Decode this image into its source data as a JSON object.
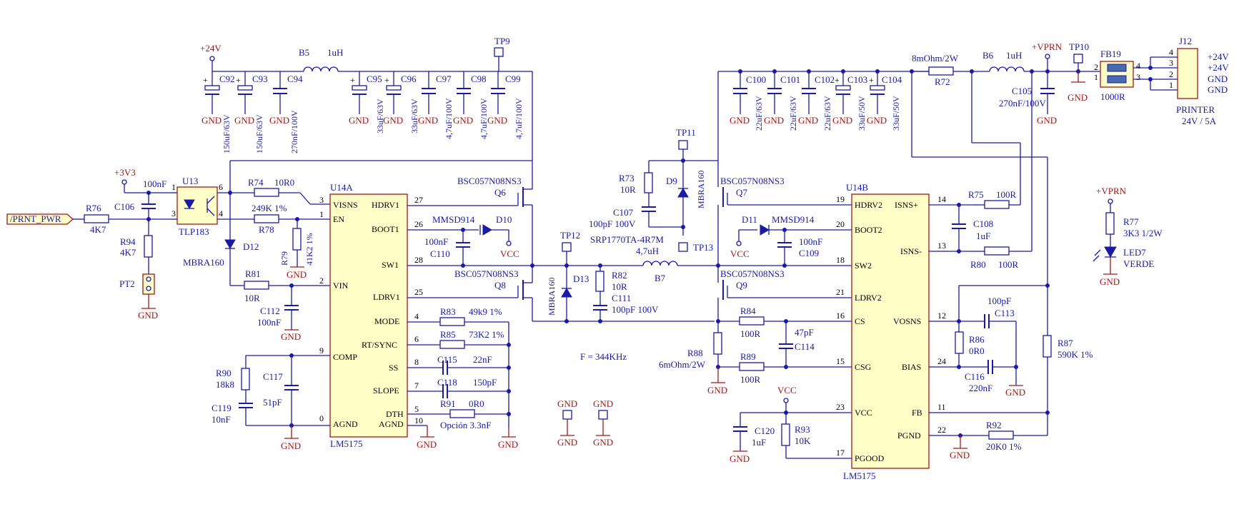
{
  "nets": {
    "v24": "+24V",
    "v3v3": "+3V3",
    "vprn": "+VPRN",
    "vcc": "VCC",
    "gnd": "GND",
    "prnt_pwr": "/PRNT_PWR"
  },
  "controller_a": {
    "ref": "U14A",
    "part": "LM5175",
    "pins": [
      {
        "name": "VISNS",
        "num": "3"
      },
      {
        "name": "EN",
        "num": "1"
      },
      {
        "name": "VIN",
        "num": "2"
      },
      {
        "name": "COMP",
        "num": "9"
      },
      {
        "name": "AGND",
        "num": "0"
      },
      {
        "name": "HDRV1",
        "num": "27"
      },
      {
        "name": "BOOT1",
        "num": "26"
      },
      {
        "name": "SW1",
        "num": "28"
      },
      {
        "name": "LDRV1",
        "num": "25"
      },
      {
        "name": "MODE",
        "num": "4"
      },
      {
        "name": "RT/SYNC",
        "num": "6"
      },
      {
        "name": "SS",
        "num": "8"
      },
      {
        "name": "SLOPE",
        "num": "7"
      },
      {
        "name": "DTH",
        "num": "5"
      },
      {
        "name": "AGND",
        "num": "10"
      }
    ]
  },
  "controller_b": {
    "ref": "U14B",
    "part": "LM5175",
    "pins": [
      {
        "name": "HDRV2",
        "num": "19"
      },
      {
        "name": "BOOT2",
        "num": "20"
      },
      {
        "name": "SW2",
        "num": "18"
      },
      {
        "name": "LDRV2",
        "num": "21"
      },
      {
        "name": "CS",
        "num": "16"
      },
      {
        "name": "CSG",
        "num": "15"
      },
      {
        "name": "VCC",
        "num": "23"
      },
      {
        "name": "PGOOD",
        "num": "17"
      },
      {
        "name": "ISNS+",
        "num": "14"
      },
      {
        "name": "ISNS-",
        "num": "13"
      },
      {
        "name": "VOSNS",
        "num": "12"
      },
      {
        "name": "BIAS",
        "num": "24"
      },
      {
        "name": "FB",
        "num": "11"
      },
      {
        "name": "PGND",
        "num": "22"
      }
    ]
  },
  "input_filter": {
    "b5": {
      "ref": "B5",
      "value": "1uH"
    },
    "caps": [
      {
        "ref": "C92",
        "value": "150uF/63V"
      },
      {
        "ref": "C93",
        "value": "150uF/63V"
      },
      {
        "ref": "C94",
        "value": "270nF/100V"
      },
      {
        "ref": "C95",
        "value": "33uF/63V"
      },
      {
        "ref": "C96",
        "value": "33uF/63V"
      },
      {
        "ref": "C97",
        "value": "4,7uF/100V"
      },
      {
        "ref": "C98",
        "value": "4,7uF/100V"
      },
      {
        "ref": "C99",
        "value": "4,7uF/100V"
      }
    ],
    "tp9": "TP9"
  },
  "output_filter": {
    "caps": [
      {
        "ref": "C100",
        "value": "22uF/63V"
      },
      {
        "ref": "C101",
        "value": "22uF/63V"
      },
      {
        "ref": "C102",
        "value": "22uF/63V"
      },
      {
        "ref": "C103",
        "value": "33uF/50V"
      },
      {
        "ref": "C104",
        "value": "33uF/50V"
      }
    ],
    "r72": {
      "ref": "R72",
      "value": "8mOhm/2W"
    },
    "b6": {
      "ref": "B6",
      "value": "1uH"
    },
    "c105": {
      "ref": "C105",
      "value": "270nF/100V"
    },
    "tp10": "TP10",
    "fb19": {
      "ref": "FB19",
      "value": "1000R",
      "pins": [
        "1",
        "2",
        "3",
        "4"
      ]
    },
    "j12": {
      "ref": "J12",
      "name": "PRINTER",
      "rating": "24V / 5A",
      "pins": [
        "4",
        "3",
        "2",
        "1"
      ],
      "labels": [
        "+24V",
        "+24V",
        "GND",
        "GND"
      ]
    }
  },
  "enable_circuit": {
    "u13": {
      "ref": "U13",
      "part": "TLP183",
      "pins": [
        "1",
        "3",
        "6",
        "4"
      ]
    },
    "c106": {
      "ref": "C106",
      "value": "100nF"
    },
    "r76": {
      "ref": "R76",
      "value": "4K7"
    },
    "r94": {
      "ref": "R94",
      "value": "4K7"
    },
    "pt2": "PT2",
    "r74": {
      "ref": "R74",
      "value": "10R0"
    },
    "r78": {
      "ref": "R78",
      "value": "249K 1%"
    },
    "r79": {
      "ref": "R79",
      "value": "41K2 1%"
    },
    "d12": {
      "ref": "D12",
      "part": "MBRA160"
    },
    "r81": {
      "ref": "R81",
      "value": "10R"
    },
    "c112": {
      "ref": "C112",
      "value": "100nF"
    }
  },
  "compensation": {
    "r90": {
      "ref": "R90",
      "value": "18k8"
    },
    "c117": {
      "ref": "C117",
      "value": "51pF"
    },
    "c119": {
      "ref": "C119",
      "value": "10nF"
    },
    "r83": {
      "ref": "R83",
      "value": "49k9 1%"
    },
    "r85": {
      "ref": "R85",
      "value": "73K2 1%"
    },
    "c115": {
      "ref": "C115",
      "value": "22nF"
    },
    "c118": {
      "ref": "C118",
      "value": "150pF"
    },
    "r91": {
      "ref": "R91",
      "value": "0R0"
    },
    "option": "Opción 3.3nF"
  },
  "power_stage": {
    "q6": {
      "ref": "Q6",
      "part": "BSC057N08NS3"
    },
    "q7": {
      "ref": "Q7",
      "part": "BSC057N08NS3"
    },
    "q8": {
      "ref": "Q8",
      "part": "BSC057N08NS3"
    },
    "q9": {
      "ref": "Q9",
      "part": "BSC057N08NS3"
    },
    "d10": {
      "ref": "D10",
      "part": "MMSD914"
    },
    "d11": {
      "ref": "D11",
      "part": "MMSD914"
    },
    "c110": {
      "ref": "C110",
      "value": "100nF"
    },
    "c109": {
      "ref": "C109",
      "value": "100nF"
    },
    "d13": {
      "ref": "D13",
      "part": "MBRA160"
    },
    "d9": {
      "ref": "D9",
      "part": "MBRA160"
    },
    "tp11": "TP11",
    "tp12": "TP12",
    "tp13": "TP13",
    "b7": {
      "ref": "B7",
      "part": "SRP1770TA-4R7M",
      "value": "4,7uH"
    },
    "r73": {
      "ref": "R73",
      "value": "10R"
    },
    "c107": {
      "ref": "C107",
      "value": "100pF 100V"
    },
    "r82": {
      "ref": "R82",
      "value": "10R"
    },
    "c111": {
      "ref": "C111",
      "value": "100pF 100V"
    },
    "freq": "F = 344KHz"
  },
  "sense": {
    "r84": {
      "ref": "R84",
      "value": "100R"
    },
    "r89": {
      "ref": "R89",
      "value": "100R"
    },
    "c114": {
      "ref": "C114",
      "value": "47pF"
    },
    "r88": {
      "ref": "R88",
      "value": "6mOhm/2W"
    },
    "r75": {
      "ref": "R75",
      "value": "100R"
    },
    "r80": {
      "ref": "R80",
      "value": "100R"
    },
    "c108": {
      "ref": "C108",
      "value": "1uF"
    },
    "c113": {
      "ref": "C113",
      "value": "100pF"
    },
    "r86": {
      "ref": "R86",
      "value": "0R0"
    },
    "c116": {
      "ref": "C116",
      "value": "220nF"
    },
    "r87": {
      "ref": "R87",
      "value": "590K 1%"
    },
    "r92": {
      "ref": "R92",
      "value": "20K0 1%"
    },
    "c120": {
      "ref": "C120",
      "value": "1uF"
    },
    "r93": {
      "ref": "R93",
      "value": "10K"
    }
  },
  "indicator": {
    "r77": {
      "ref": "R77",
      "value": "3K3 1/2W"
    },
    "led7": {
      "ref": "LED7",
      "color": "VERDE"
    }
  }
}
